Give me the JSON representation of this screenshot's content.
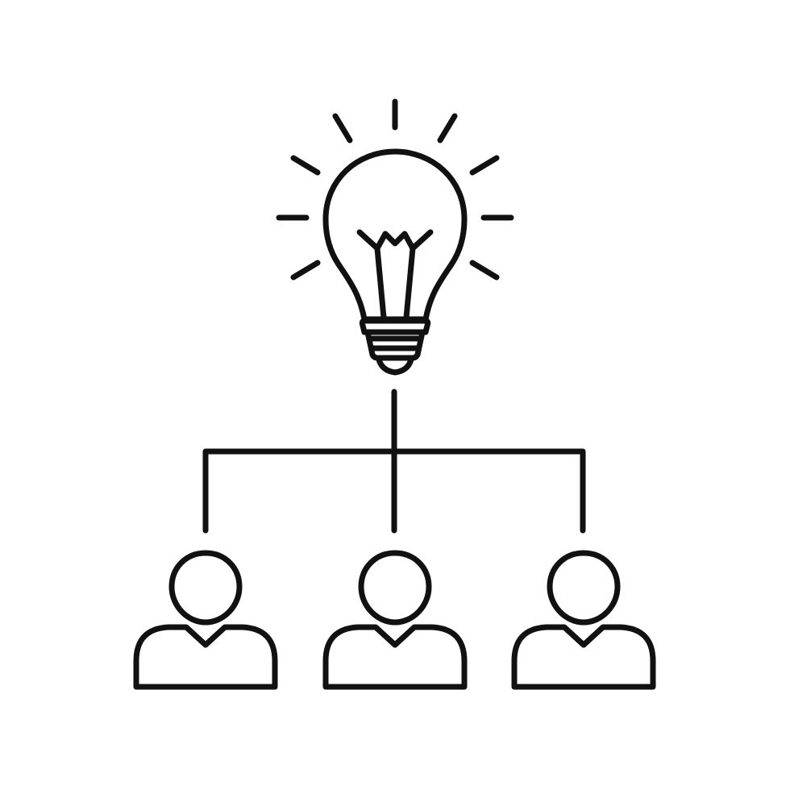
{
  "illustration": {
    "subject": "idea-team-hierarchy",
    "stroke_color": "#111111",
    "background_color": "#ffffff",
    "icons": [
      "lightbulb-icon",
      "connector-lines",
      "person-icon",
      "person-icon",
      "person-icon"
    ],
    "people_count": 3
  }
}
